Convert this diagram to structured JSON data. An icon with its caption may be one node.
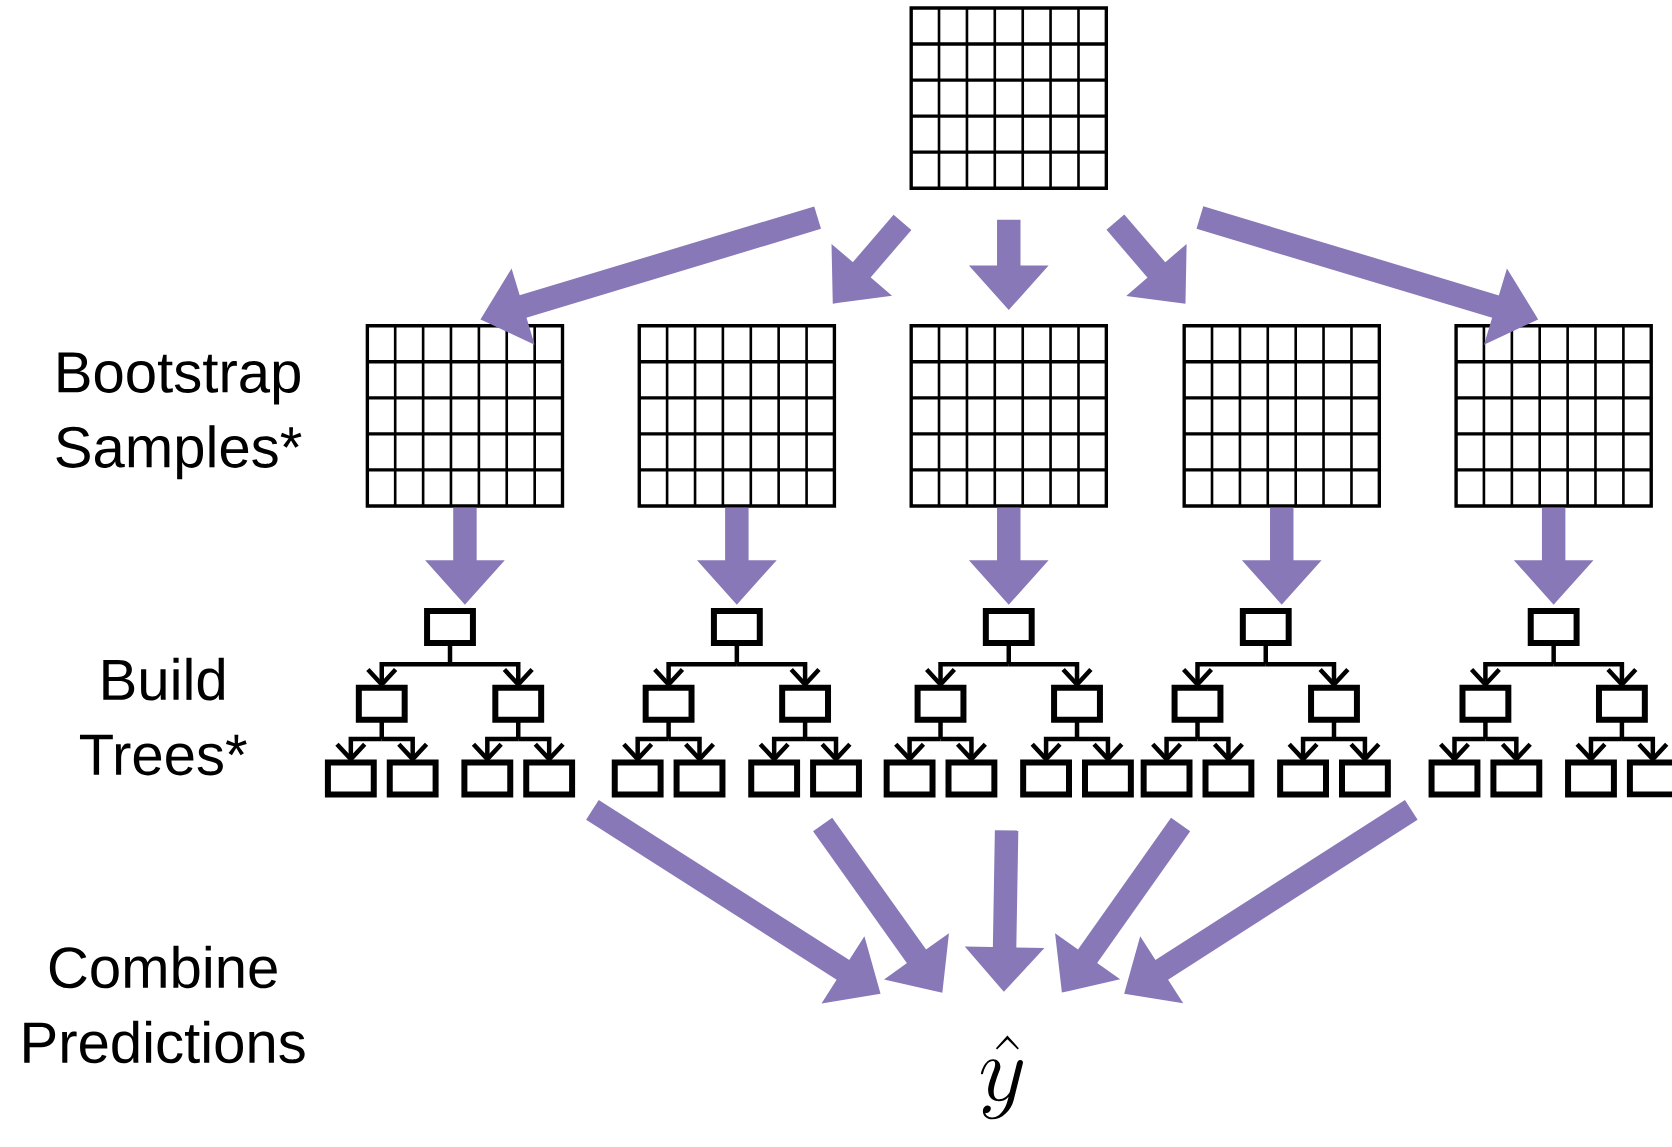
{
  "diagram": {
    "nodes": [
      {
        "text": [],
        "shape": "grid"
      },
      {
        "text": [],
        "shape": "grid"
      },
      {
        "text": [],
        "shape": "grid"
      },
      {
        "text": [],
        "shape": "grid"
      },
      {
        "text": [],
        "shape": "grid"
      },
      {
        "text": [],
        "shape": "grid"
      },
      {
        "text": [],
        "shape": "tree"
      },
      {
        "text": [],
        "shape": "tree"
      },
      {
        "text": [],
        "shape": "tree"
      },
      {
        "text": [],
        "shape": "tree"
      },
      {
        "text": [],
        "shape": "tree"
      },
      {
        "text": [
          "\\hat{y}"
        ]
      }
    ],
    "edges": [
      {
        "from": 0,
        "to": 1,
        "arrow": "to"
      },
      {
        "from": 0,
        "to": 2,
        "arrow": "to"
      },
      {
        "from": 0,
        "to": 3,
        "arrow": "to"
      },
      {
        "from": 0,
        "to": 4,
        "arrow": "to"
      },
      {
        "from": 0,
        "to": 5,
        "arrow": "to"
      },
      {
        "from": 1,
        "to": 6,
        "arrow": "to"
      },
      {
        "from": 2,
        "to": 7,
        "arrow": "to"
      },
      {
        "from": 3,
        "to": 8,
        "arrow": "to"
      },
      {
        "from": 4,
        "to": 9,
        "arrow": "to"
      },
      {
        "from": 5,
        "to": 10,
        "arrow": "to"
      },
      {
        "from": 6,
        "to": 11,
        "arrow": "to"
      },
      {
        "from": 7,
        "to": 11,
        "arrow": "to"
      },
      {
        "from": 8,
        "to": 11,
        "arrow": "to"
      },
      {
        "from": 9,
        "to": 11,
        "arrow": "to"
      },
      {
        "from": 10,
        "to": 11,
        "arrow": "to"
      }
    ],
    "labels": [
      "Bootstrap Samples*",
      "Build Trees*",
      "Combine Predictions"
    ]
  }
}
